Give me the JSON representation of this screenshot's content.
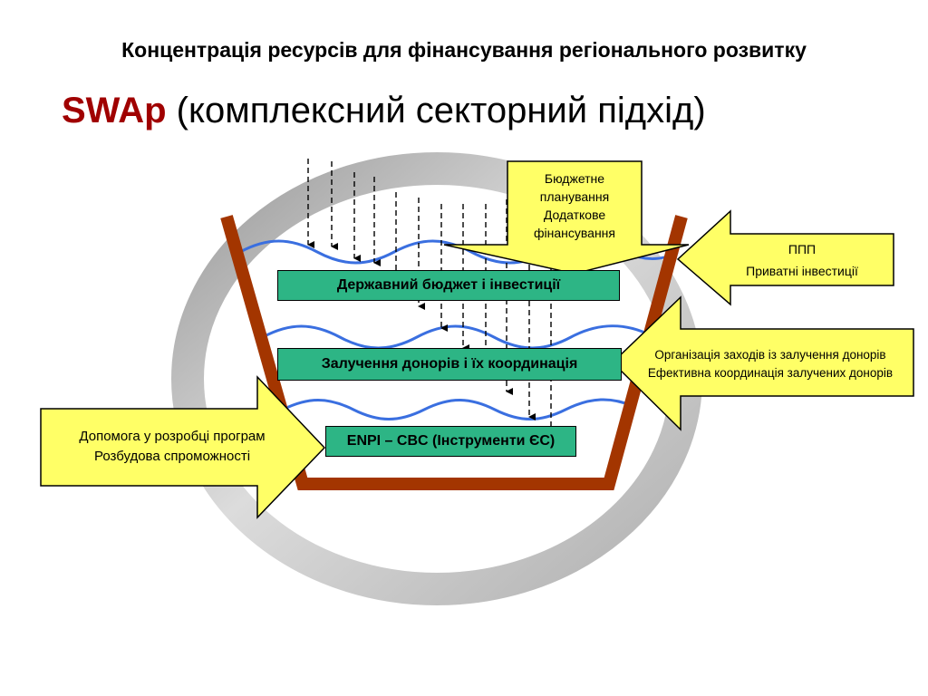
{
  "header": {
    "heading": "Концентрація ресурсів для фінансування регіонального розвитку",
    "title_acronym": "SWAp",
    "title_rest": "(комплексний секторний підхід)"
  },
  "levels": [
    {
      "label": "Державний бюджет і інвестиції"
    },
    {
      "label": "Залучення донорів і їх координація"
    },
    {
      "label": "ENPI – CBC (Інструменти ЄС)"
    }
  ],
  "callouts": {
    "budget": {
      "lines": [
        "Бюджетне",
        "планування",
        "Додаткове",
        "фінансування"
      ]
    },
    "ppp": {
      "lines": [
        "ППП",
        "Приватні інвестиції"
      ]
    },
    "donors": {
      "lines": [
        "Організація заходів із залучення донорів",
        "Ефективна координація залучених донорів"
      ]
    },
    "capacity": {
      "lines": [
        "Допомога у розробці програм",
        "Розбудова спроможності"
      ]
    }
  },
  "colors": {
    "acronym": "#a00000",
    "bucket": "#a33500",
    "wave": "#3a6fe0",
    "level_fill": "#2db585",
    "callout_fill": "#ffff66",
    "ring": "#c8c8c8"
  }
}
